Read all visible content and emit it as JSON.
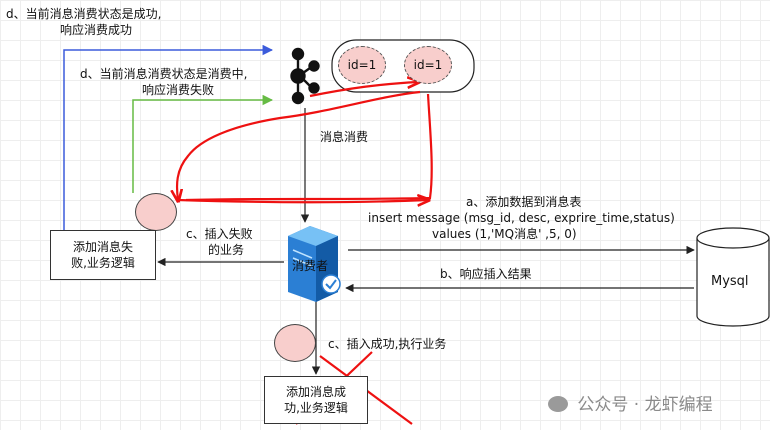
{
  "top_note": {
    "line1": "d、当前消息消费状态是成功,",
    "line2": "响应消费成功"
  },
  "mid_note": {
    "line1": "d、当前消息消费状态是消费中,",
    "line2": "响应消费失败"
  },
  "queue": {
    "items": [
      "id=1",
      "id=1"
    ]
  },
  "consume_label": "消息消费",
  "insert_note": {
    "line1": "a、添加数据到消息表",
    "line2": "insert message (msg_id, desc, exprire_time,status)",
    "line3": "values (1,'MQ消息' ,5, 0)"
  },
  "response_note": "b、响应插入结果",
  "fail_note": {
    "line1": "c、插入失败",
    "line2": "的业务"
  },
  "fail_box": {
    "line1": "添加消息失",
    "line2": "败,业务逻辑"
  },
  "consumer_label": "消费者",
  "mysql_label": "Mysql",
  "success_note": "c、插入成功,执行业务",
  "success_box": {
    "line1": "添加消息成",
    "line2": "功,业务逻辑"
  },
  "watermark": "公众号 · 龙虾编程",
  "colors": {
    "blue_arrow": "#3b5bdb",
    "green_arrow": "#66bb44",
    "red_stroke": "#ee1111",
    "pink_fill": "#f8cecc"
  }
}
